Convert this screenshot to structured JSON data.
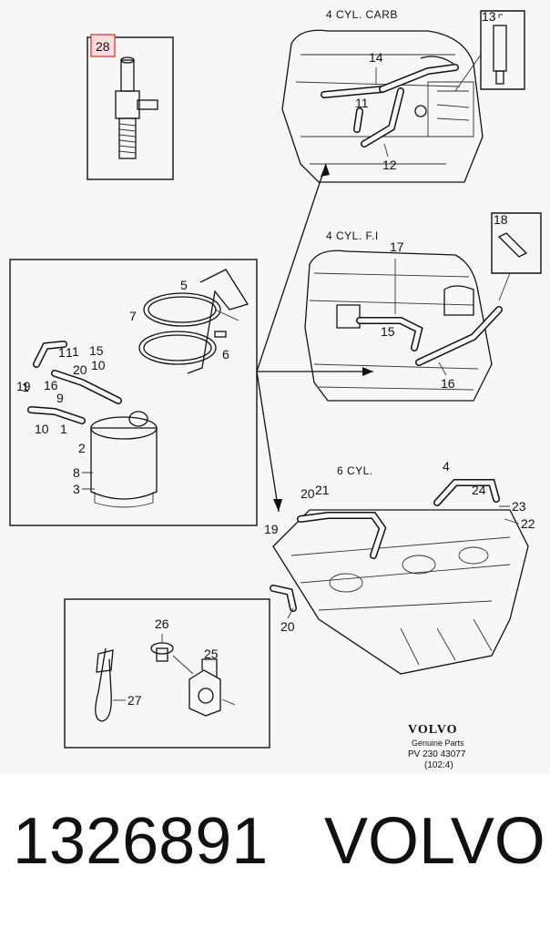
{
  "diagram": {
    "sections": {
      "carb": "4 CYL.  CARB",
      "fi": "4 CYL.  F.I",
      "six": "6 CYL."
    },
    "callouts": [
      "28",
      "13",
      "14",
      "11",
      "12",
      "18",
      "17",
      "15",
      "16",
      "5",
      "7",
      "6",
      "1",
      "1",
      "15",
      "19",
      "1",
      "16",
      "20",
      "10",
      "9",
      "10",
      "1",
      "2",
      "8",
      "3",
      "4",
      "19",
      "20",
      "21",
      "24",
      "23",
      "22",
      "19",
      "20",
      "26",
      "25",
      "27"
    ],
    "highlight_color": "#d9534f",
    "brand_block": {
      "logo_text": "VOLVO",
      "line1": "Genuine Parts",
      "line2": "PV 230 43077",
      "line3": "(102:4)"
    }
  },
  "footer": {
    "part_number": "1326891",
    "brand": "VOLVO"
  }
}
